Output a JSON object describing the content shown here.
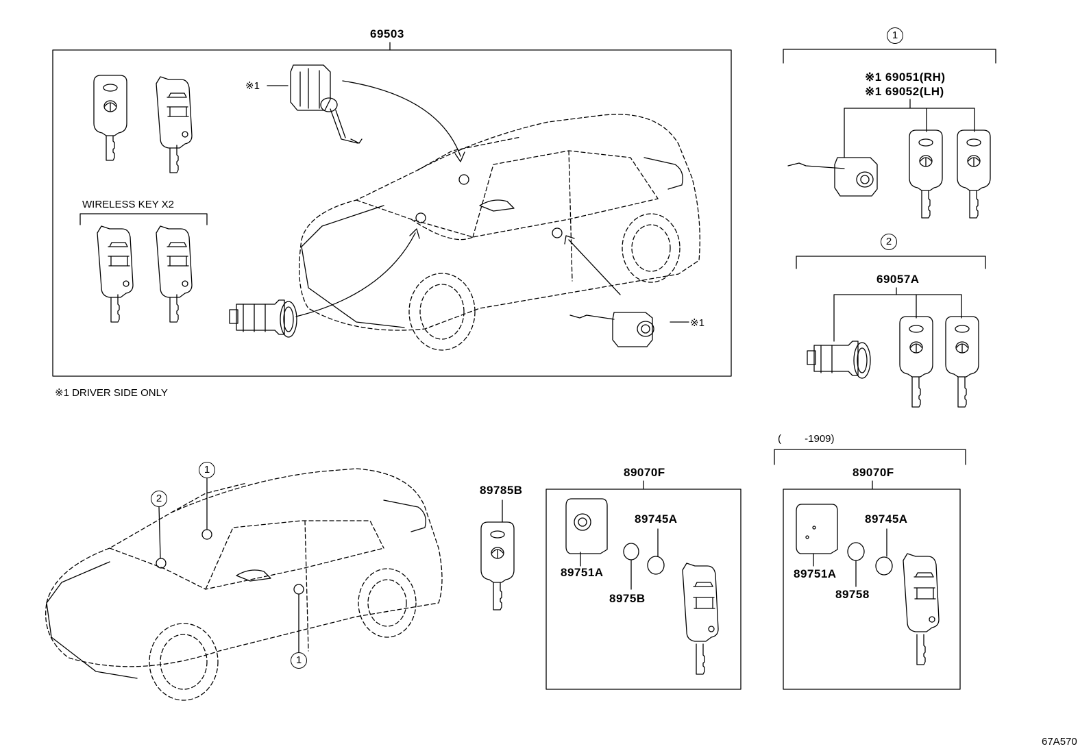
{
  "diagram": {
    "main_assembly_label": "69503",
    "wireless_key_label": "WIRELESS KEY X2",
    "note_mark": "※1",
    "driver_side_note": "※1 DRIVER SIDE ONLY",
    "group1_marker": "①",
    "group1_rh": "※1 69051(RH)",
    "group1_lh": "※1 69052(LH)",
    "group2_marker": "②",
    "group2_label": "69057A",
    "key_label": "89785B",
    "transmitter_a": {
      "label": "89070F",
      "cover": "89751A",
      "battery": "89745A",
      "part_small": "8975B"
    },
    "transmitter_b": {
      "date_range": "(　　 -1909)",
      "label": "89070F",
      "cover": "89751A",
      "battery": "89745A",
      "part_small": "89758"
    },
    "callout_1": "①",
    "callout_2": "②",
    "figure_code": "67A570"
  }
}
